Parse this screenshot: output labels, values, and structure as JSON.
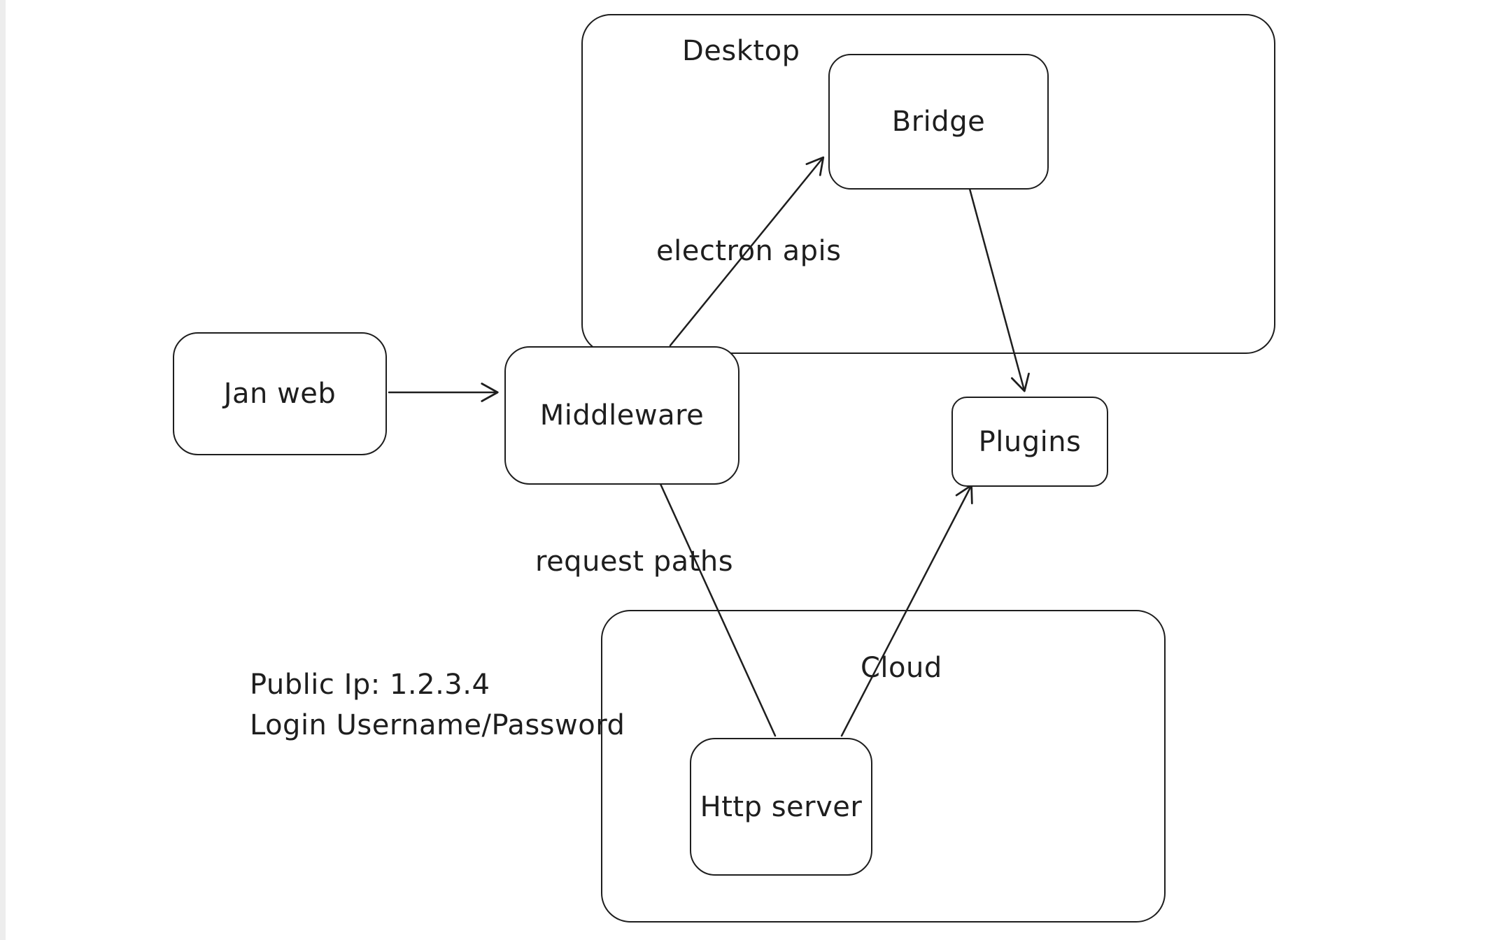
{
  "canvas": {
    "background": "#ffffff",
    "stroke_color": "#1e1e1e"
  },
  "containers": {
    "desktop": {
      "label": "Desktop"
    },
    "cloud": {
      "label": "Cloud"
    }
  },
  "nodes": {
    "jan_web": {
      "label": "Jan web"
    },
    "middleware": {
      "label": "Middleware"
    },
    "bridge": {
      "label": "Bridge"
    },
    "plugins": {
      "label": "Plugins"
    },
    "http_server": {
      "label": "Http server"
    }
  },
  "edge_labels": {
    "electron_apis": "electron apis",
    "request_paths": "request paths"
  },
  "annotations": {
    "line1": "Public Ip: 1.2.3.4",
    "line2": "Login Username/Password"
  }
}
